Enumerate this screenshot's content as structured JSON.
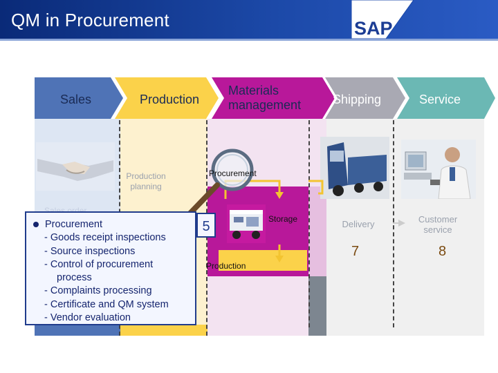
{
  "header": {
    "title": "QM in Procurement",
    "logo_text": "SAP",
    "bg_color": "#0a2a78"
  },
  "tabs": {
    "sales": "Sales",
    "production": "Production",
    "materials_line1": "Materials",
    "materials_line2": "management",
    "shipping": "Shipping",
    "service": "Service"
  },
  "diagram": {
    "production_planning_line1": "Production",
    "production_planning_line2": "planning",
    "procurement": "Procurement",
    "storage": "Storage",
    "production": "Production",
    "step_5": "5",
    "delivery": "Delivery",
    "customer_service_line1": "Customer",
    "customer_service_line2": "service",
    "step_7": "7",
    "step_8": "8",
    "sales_faint": "Sales order"
  },
  "info": {
    "main": "Procurement",
    "items": [
      "- Goods receipt inspections",
      "- Source inspections",
      "- Control of procurement",
      "process",
      "- Complaints processing",
      "- Certificate and QM system",
      "- Vendor evaluation"
    ]
  },
  "icons": [
    "handshake-image",
    "truck-image",
    "office-image",
    "lorry-image",
    "magnifier-icon"
  ],
  "colors": {
    "sales": "#4f73b6",
    "production": "#fbd24a",
    "materials": "#b8189a",
    "shipping": "#a9a9b3",
    "service": "#6bb8b4"
  }
}
